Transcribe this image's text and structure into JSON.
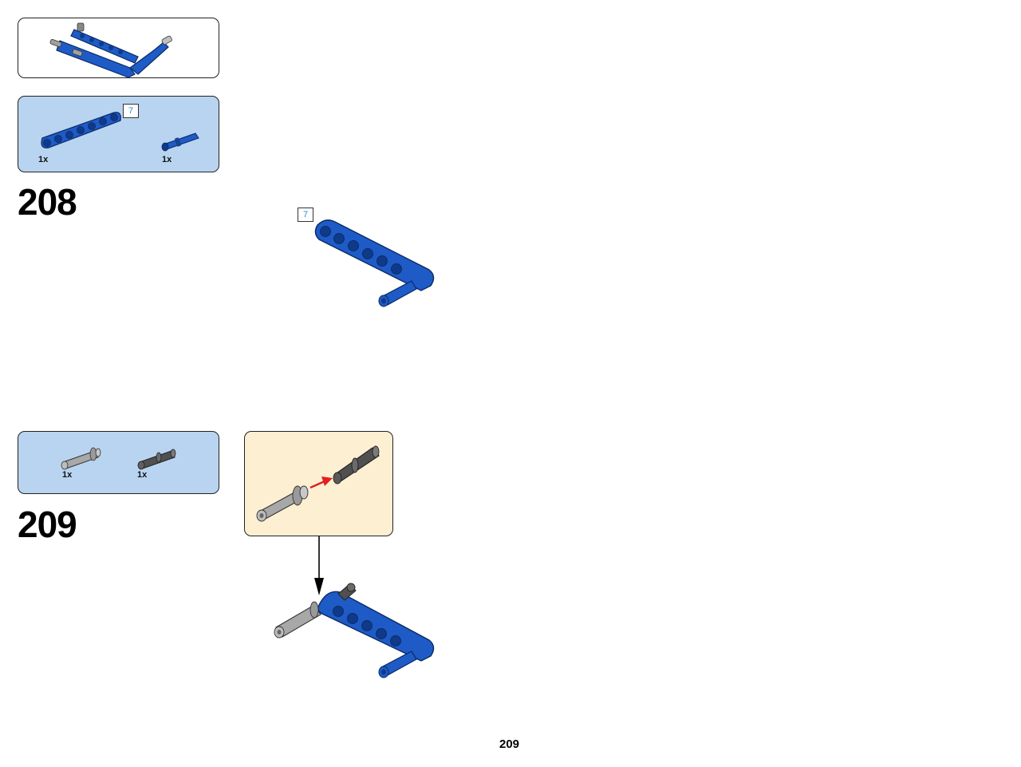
{
  "page_number": "209",
  "colors": {
    "beam_blue": "#1e5bc6",
    "panel_blue": "#b8d4f0",
    "panel_cream": "#fcefd2",
    "pin_gray": "#a0a0a0",
    "dark_gray": "#555555",
    "arrow_red": "#e02020"
  },
  "subassembly": {
    "icon": "blue-beam-subassembly-icon"
  },
  "step208": {
    "number": "208",
    "parts": [
      {
        "icon": "blue-beam-7-icon",
        "qty": "1x",
        "length": "7"
      },
      {
        "icon": "blue-axle-pin-icon",
        "qty": "1x"
      }
    ],
    "callout_length": "7"
  },
  "step209": {
    "number": "209",
    "parts": [
      {
        "icon": "gray-pin-icon",
        "qty": "1x"
      },
      {
        "icon": "dark-axle-pin-icon",
        "qty": "1x"
      }
    ]
  }
}
